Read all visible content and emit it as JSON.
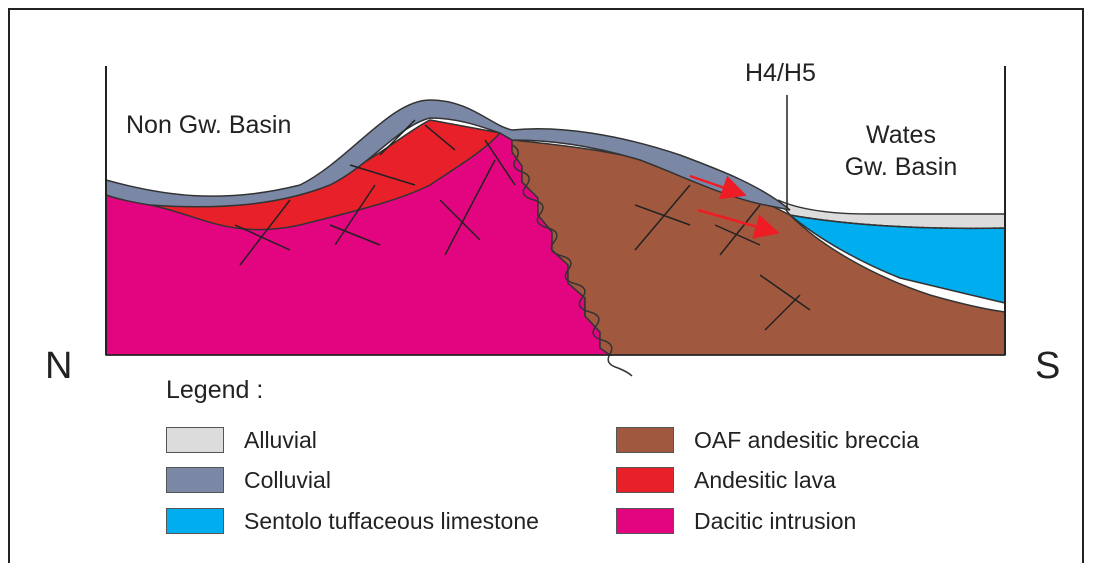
{
  "labels": {
    "left_basin": "Non Gw. Basin",
    "right_basin_line1": "Wates",
    "right_basin_line2": "Gw. Basin",
    "well": "H4/H5",
    "north": "N",
    "south": "S"
  },
  "legend": {
    "title": "Legend :",
    "items": [
      {
        "label": "Alluvial",
        "color": "#dcdcdc"
      },
      {
        "label": "Colluvial",
        "color": "#7a88a6"
      },
      {
        "label": "Sentolo tuffaceous limestone",
        "color": "#00aeef"
      },
      {
        "label": "OAF andesitic breccia",
        "color": "#a0593e"
      },
      {
        "label": "Andesitic lava",
        "color": "#e8202a"
      },
      {
        "label": "Dacitic intrusion",
        "color": "#e3057f"
      }
    ]
  },
  "colors": {
    "flow_arrow": "#ee1c25",
    "outline": "#333333"
  }
}
